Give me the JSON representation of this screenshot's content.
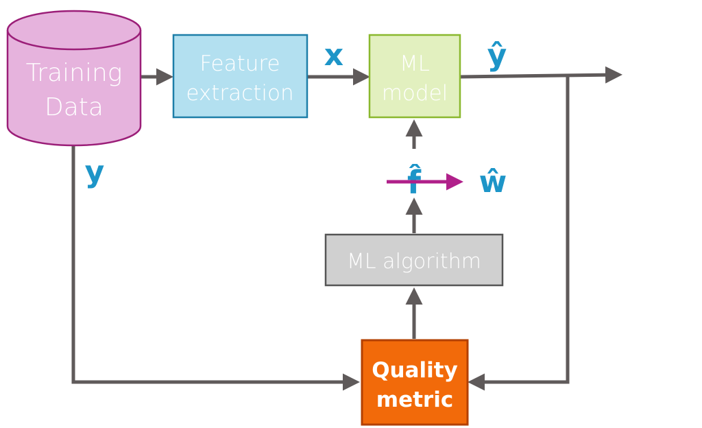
{
  "nodes": {
    "training_data": {
      "line1": "Training",
      "line2": "Data"
    },
    "feature_extraction": {
      "line1": "Feature",
      "line2": "extraction"
    },
    "ml_model": {
      "line1": "ML",
      "line2": "model"
    },
    "ml_algorithm": {
      "label": "ML algorithm"
    },
    "quality_metric": {
      "line1": "Quality",
      "line2": "metric"
    }
  },
  "variables": {
    "x": "x",
    "y": "y",
    "y_hat": "ŷ",
    "f_hat": "f̂",
    "w_hat": "ŵ"
  },
  "colors": {
    "training_data_fill": "#e6b3dd",
    "training_data_stroke": "#9b1e78",
    "feature_extraction_fill": "#b3e0f0",
    "feature_extraction_stroke": "#1d7ea8",
    "ml_model_fill": "#e2f0bf",
    "ml_model_stroke": "#8ab82e",
    "ml_algorithm_fill": "#d0d0d0",
    "ml_algorithm_stroke": "#555555",
    "quality_metric_fill": "#f26a0a",
    "quality_metric_stroke": "#b34000",
    "arrow": "#5f5a5a",
    "w_arrow": "#b0208a",
    "variable_text": "#1d95c8"
  }
}
